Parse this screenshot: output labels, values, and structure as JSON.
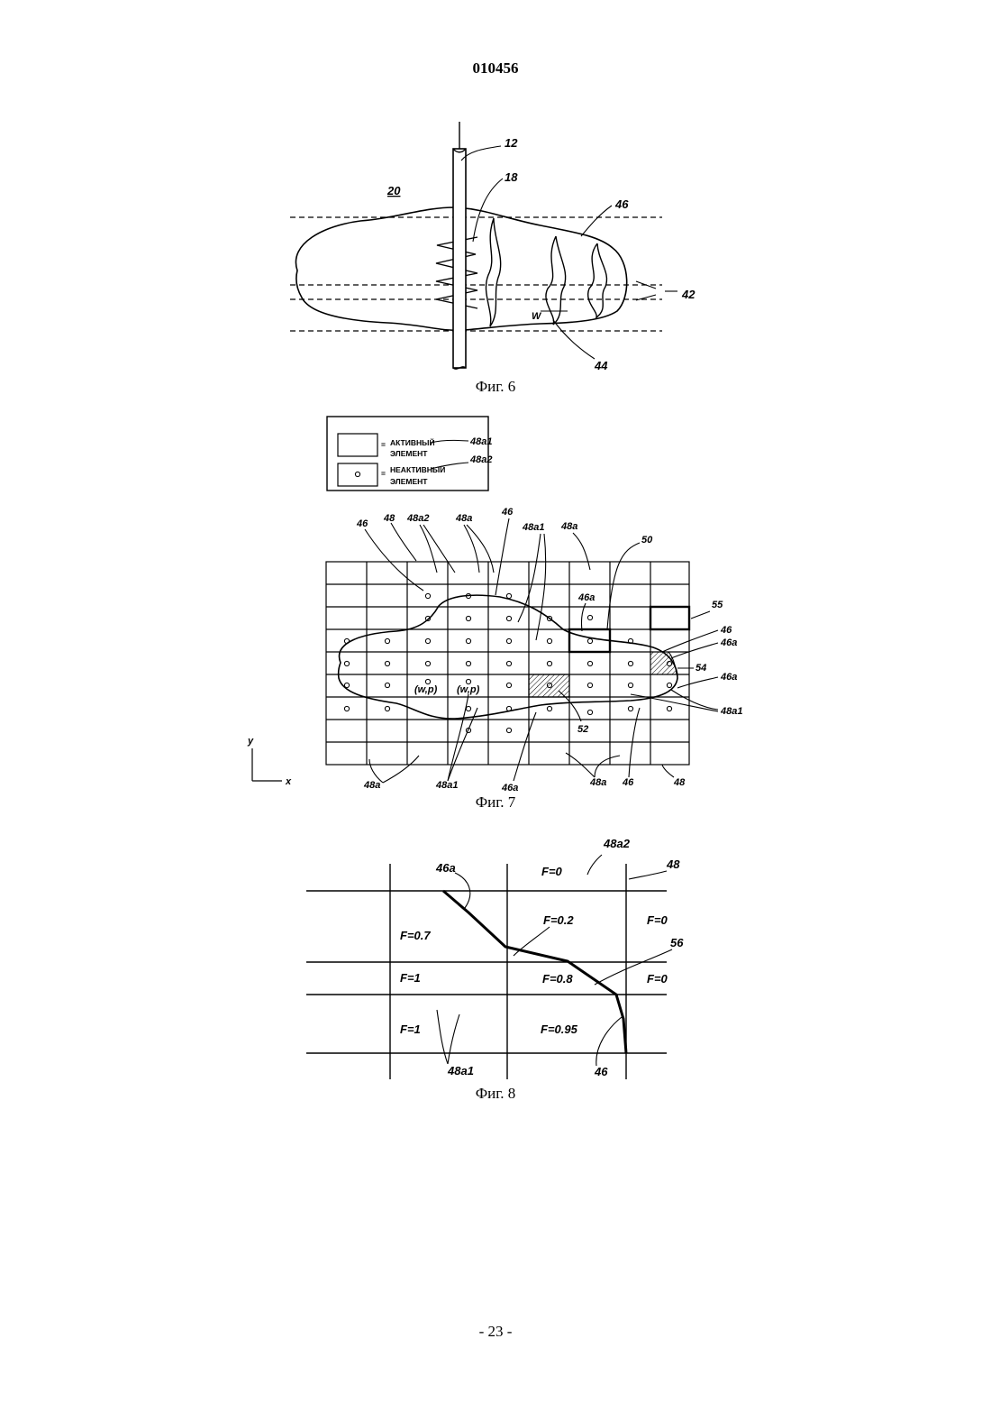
{
  "header": {
    "doc_number": "010456"
  },
  "fig6": {
    "caption": "Фиг. 6",
    "labels": {
      "l12": "12",
      "l18": "18",
      "l20": "20",
      "l46": "46",
      "l42": "42",
      "l44": "44",
      "lW": "W"
    }
  },
  "fig7": {
    "caption": "Фиг. 7",
    "legend": {
      "active_symbol": "=",
      "active_line1": "АКТИВНЫЙ",
      "active_line2": "ЭЛЕМЕНТ",
      "active_ref": "48a1",
      "inactive_symbol": "=",
      "inactive_line1": "НЕАКТИВНЫЙ",
      "inactive_line2": "ЭЛЕМЕНТ",
      "inactive_ref": "48a2"
    },
    "labels": {
      "t46a": "46",
      "t48a": "48",
      "t48a2": "48a2",
      "t48a_b": "48a",
      "t46b": "46",
      "t48a1": "48a1",
      "t48a_c": "48a",
      "t50": "50",
      "t46a_in": "46a",
      "t55": "55",
      "t46r": "46",
      "t46ar": "46a",
      "t54": "54",
      "t46ar2": "46a",
      "t48a1r": "48a1",
      "t52": "52",
      "twp1": "(w,p)",
      "twp2": "(w,p)",
      "b48a": "48a",
      "b48a1": "48a1",
      "b46a": "46a",
      "b48a2": "48a",
      "b46": "46",
      "b48": "48",
      "axis_y": "y",
      "axis_x": "x"
    }
  },
  "fig8": {
    "caption": "Фиг. 8",
    "labels": {
      "l48a2": "48a2",
      "l48": "48",
      "l46a": "46a",
      "l56": "56",
      "l48a1": "48a1",
      "l46": "46",
      "f_top": "F=0",
      "f_c02": "F=0.2",
      "f_r0a": "F=0",
      "f_07": "F=0.7",
      "f_1a": "F=1",
      "f_08": "F=0.8",
      "f_r0b": "F=0",
      "f_1b": "F=1",
      "f_095": "F=0.95"
    }
  },
  "footer": {
    "page_label": "- 23 -"
  }
}
